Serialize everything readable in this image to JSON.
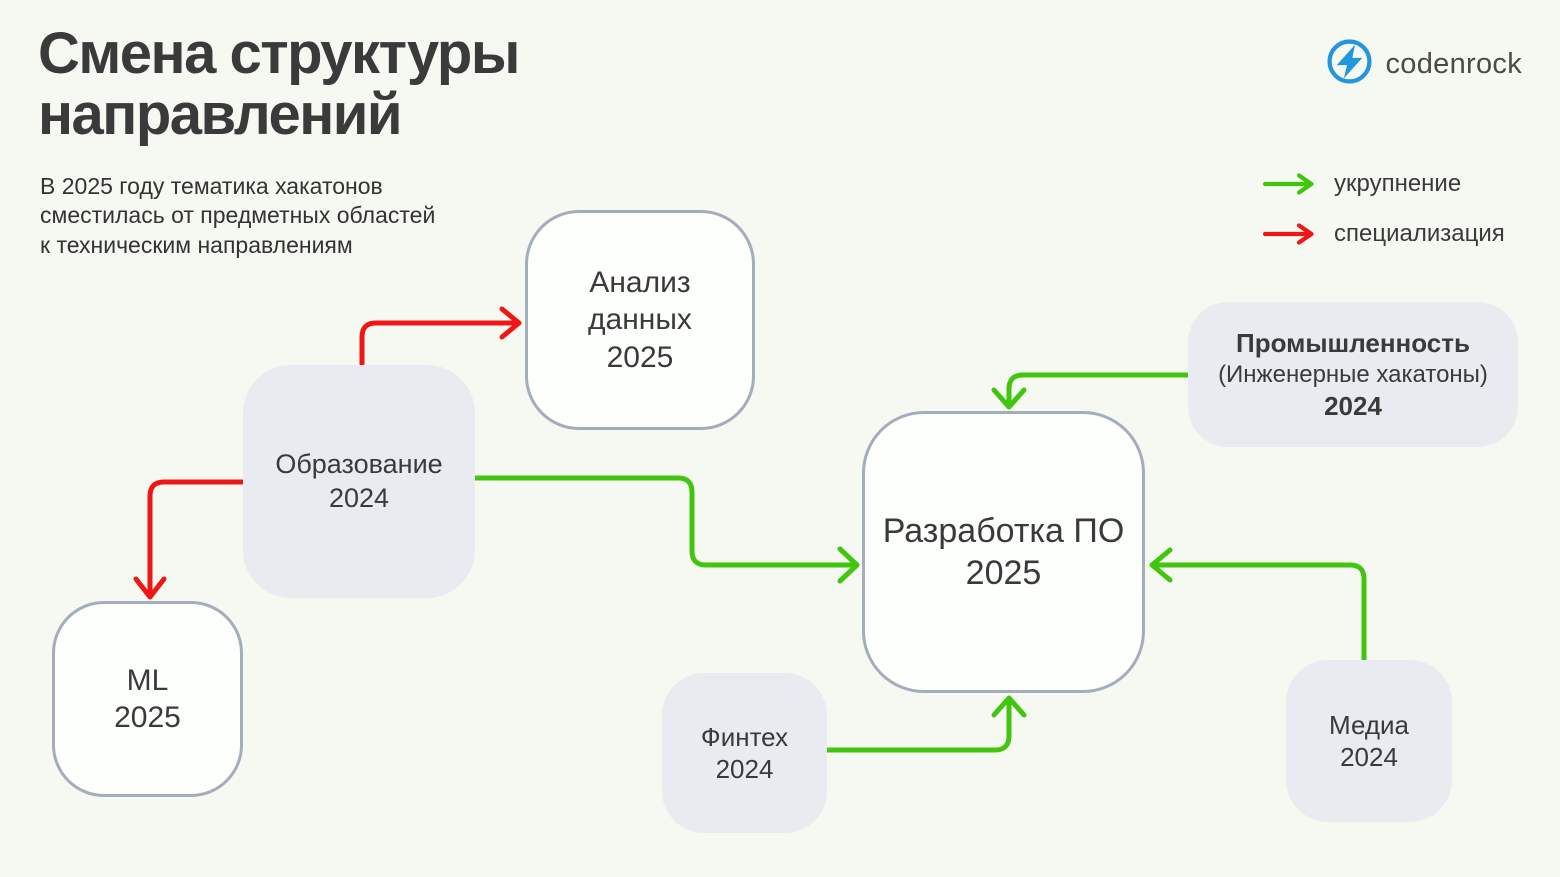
{
  "header": {
    "title": "Смена структуры\nнаправлений",
    "subtitle": "В 2025 году тематика хакатонов\nсместилась от предметных областей\nк техническим направлениям"
  },
  "logo": {
    "text": "codenrock"
  },
  "legend": {
    "items": [
      {
        "label": "укрупнение",
        "color": "green"
      },
      {
        "label": "специализация",
        "color": "red"
      }
    ]
  },
  "nodes": {
    "obrazovanie": {
      "label": "Образование",
      "year": "2024"
    },
    "analiz": {
      "label": "Анализ данных",
      "year": "2025"
    },
    "ml": {
      "label": "ML",
      "year": "2025"
    },
    "razrabotka": {
      "label": "Разработка ПО",
      "year": "2025"
    },
    "prom": {
      "label": "Промышленность",
      "sublabel": "(Инженерные хакатоны)",
      "year": "2024"
    },
    "fintech": {
      "label": "Финтех",
      "year": "2024"
    },
    "media": {
      "label": "Медиа",
      "year": "2024"
    }
  },
  "edges": [
    {
      "from": "Образование 2024",
      "to": "Анализ данных 2025",
      "kind": "специализация",
      "color": "red"
    },
    {
      "from": "Образование 2024",
      "to": "ML 2025",
      "kind": "специализация",
      "color": "red"
    },
    {
      "from": "Образование 2024",
      "to": "Разработка ПО 2025",
      "kind": "укрупнение",
      "color": "green"
    },
    {
      "from": "Промышленность (Инженерные хакатоны) 2024",
      "to": "Разработка ПО 2025",
      "kind": "укрупнение",
      "color": "green"
    },
    {
      "from": "Финтех 2024",
      "to": "Разработка ПО 2025",
      "kind": "укрупнение",
      "color": "green"
    },
    {
      "from": "Медиа 2024",
      "to": "Разработка ПО 2025",
      "kind": "укрупнение",
      "color": "green"
    }
  ],
  "colors": {
    "background": "#f6f9f2",
    "text_dark": "#3a3a3a",
    "green_arrow": "#41c50e",
    "red_arrow": "#f01616",
    "node_border": "#a3adbc",
    "node_fill_gray": "#e8ecf0",
    "node_fill_white": "#fdfffc",
    "logo_blue": "#2397dc",
    "logo_text": "#4a4a4a"
  }
}
